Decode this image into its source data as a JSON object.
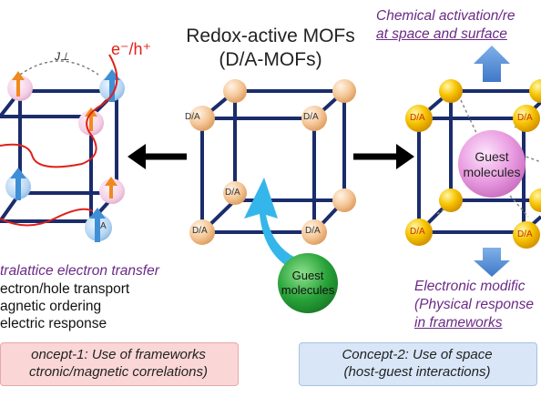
{
  "title": {
    "line1": "Redox-active MOFs",
    "line2": "(D/A-MOFs)"
  },
  "node_label": "D/A",
  "guest_label_center": {
    "line1": "Guest",
    "line2": "molecules"
  },
  "guest_label_right": {
    "line1": "Guest",
    "line2": "molecules"
  },
  "left_panel": {
    "exchange_label": "J⊥",
    "carrier_label": "e⁻/h⁺",
    "node_label_partial": "A",
    "heading": "tralattice electron transfer",
    "items": [
      "ectron/hole transport",
      "agnetic ordering",
      "electric response"
    ]
  },
  "right_panel": {
    "top_line1": "Chemical activation/re",
    "top_line2": "at space and surface",
    "bottom_line1": "Electronic modific",
    "bottom_line2": "(Physical response",
    "bottom_line3": "in frameworks"
  },
  "concept1": {
    "line1": "oncept-1: Use of frameworks",
    "line2": "ctronic/magnetic correlations)"
  },
  "concept2": {
    "line1": "Concept-2: Use of space",
    "line2": "(host-guest interactions)"
  },
  "colors": {
    "frame": "#1a2c6b",
    "node_orange": "#f5c89a",
    "node_yellow": "#f7c400",
    "guest_green": "#2aa33a",
    "guest_pink": "#e89ae0",
    "arrow_cyan": "#35b6ea",
    "arrow_blue": "#5b8fd6",
    "spin_orange": "#f08a1c",
    "spin_blue": "#3f8fd6",
    "carrier_red": "#e0201a",
    "concept1_bg": "#fbd6d6",
    "concept2_bg": "#d8e6f7",
    "purple_text": "#6b2a86"
  }
}
